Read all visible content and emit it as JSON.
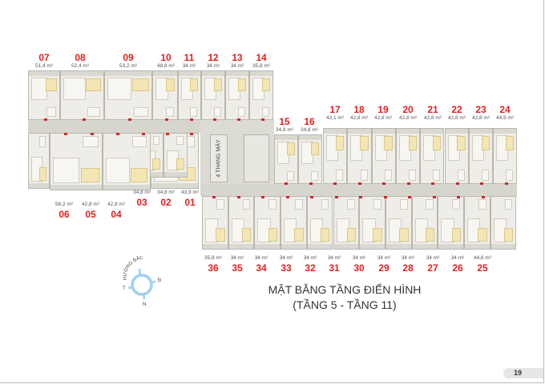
{
  "plan": {
    "title": "MẶT BẰNG TẦNG ĐIỂN HÌNH",
    "subtitle": "(TẦNG 5 - TẦNG 11)",
    "elevator_label": "4 THANG MÁY",
    "page_number": "19",
    "compass": {
      "label": "HƯỚNG BẮC",
      "west": "T",
      "east": "Đ",
      "south": "N"
    },
    "colors": {
      "unit_number": "#e01f1f",
      "compass": "#9fd0f0"
    },
    "units_top_left": [
      {
        "num": "07",
        "area": "51,4 m²"
      },
      {
        "num": "08",
        "area": "52,4 m²"
      },
      {
        "num": "09",
        "area": "53,2 m²"
      },
      {
        "num": "10",
        "area": "48,8 m²"
      },
      {
        "num": "11",
        "area": "34 m²"
      },
      {
        "num": "12",
        "area": "34 m²"
      },
      {
        "num": "13",
        "area": "34 m²"
      },
      {
        "num": "14",
        "area": "35,8 m²"
      }
    ],
    "units_top_right": [
      {
        "num": "15",
        "area": "34,8 m²"
      },
      {
        "num": "16",
        "area": "34,8 m²"
      },
      {
        "num": "17",
        "area": "43,1 m²"
      },
      {
        "num": "18",
        "area": "42,8 m²"
      },
      {
        "num": "19",
        "area": "42,8 m²"
      },
      {
        "num": "20",
        "area": "42,8 m²"
      },
      {
        "num": "21",
        "area": "42,8 m²"
      },
      {
        "num": "22",
        "area": "42,8 m²"
      },
      {
        "num": "23",
        "area": "42,8 m²"
      },
      {
        "num": "24",
        "area": "44,9 m²"
      }
    ],
    "units_bottom_left": [
      {
        "num": "06",
        "area": "56,2 m²"
      },
      {
        "num": "05",
        "area": "42,8 m²"
      },
      {
        "num": "04",
        "area": "42,8 m²"
      },
      {
        "num": "03",
        "area": "34,8 m²"
      },
      {
        "num": "02",
        "area": "34,8 m²"
      },
      {
        "num": "01",
        "area": "43,9 m²"
      }
    ],
    "units_bottom_right": [
      {
        "num": "36",
        "area": "35,8 m²"
      },
      {
        "num": "35",
        "area": "34 m²"
      },
      {
        "num": "34",
        "area": "34 m²"
      },
      {
        "num": "33",
        "area": "34 m²"
      },
      {
        "num": "32",
        "area": "34 m²"
      },
      {
        "num": "31",
        "area": "34 m²"
      },
      {
        "num": "30",
        "area": "34 m²"
      },
      {
        "num": "29",
        "area": "34 m²"
      },
      {
        "num": "28",
        "area": "34 m²"
      },
      {
        "num": "27",
        "area": "34 m²"
      },
      {
        "num": "26",
        "area": "34 m²"
      },
      {
        "num": "25",
        "area": "44,6 m²"
      }
    ]
  }
}
